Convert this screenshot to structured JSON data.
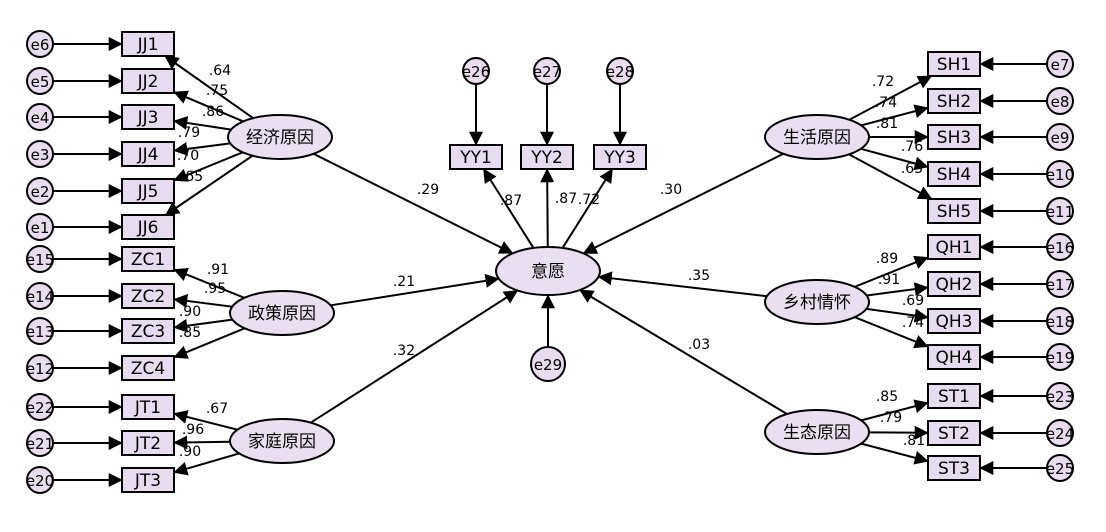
{
  "latents": [
    {
      "id": "jjyy",
      "label": "经济原因"
    },
    {
      "id": "zcyy",
      "label": "政策原因"
    },
    {
      "id": "jtyy",
      "label": "家庭原因"
    },
    {
      "id": "yy",
      "label": "意愿"
    },
    {
      "id": "shyy",
      "label": "生活原因"
    },
    {
      "id": "xcqh",
      "label": "乡村情怀"
    },
    {
      "id": "styy",
      "label": "生态原因"
    }
  ],
  "indicators": [
    {
      "id": "JJ1",
      "label": "JJ1",
      "error": "e6",
      "latent": "jjyy",
      "loading": ".64"
    },
    {
      "id": "JJ2",
      "label": "JJ2",
      "error": "e5",
      "latent": "jjyy",
      "loading": ".75"
    },
    {
      "id": "JJ3",
      "label": "JJ3",
      "error": "e4",
      "latent": "jjyy",
      "loading": ".86"
    },
    {
      "id": "JJ4",
      "label": "JJ4",
      "error": "e3",
      "latent": "jjyy",
      "loading": ".79"
    },
    {
      "id": "JJ5",
      "label": "JJ5",
      "error": "e2",
      "latent": "jjyy",
      "loading": ".70"
    },
    {
      "id": "JJ6",
      "label": "JJ6",
      "error": "e1",
      "latent": "jjyy",
      "loading": ".65"
    },
    {
      "id": "ZC1",
      "label": "ZC1",
      "error": "e15",
      "latent": "zcyy",
      "loading": ".91"
    },
    {
      "id": "ZC2",
      "label": "ZC2",
      "error": "e14",
      "latent": "zcyy",
      "loading": ".95"
    },
    {
      "id": "ZC3",
      "label": "ZC3",
      "error": "e13",
      "latent": "zcyy",
      "loading": ".90"
    },
    {
      "id": "ZC4",
      "label": "ZC4",
      "error": "e12",
      "latent": "zcyy",
      "loading": ".85"
    },
    {
      "id": "JT1",
      "label": "JT1",
      "error": "e22",
      "latent": "jtyy",
      "loading": ".67"
    },
    {
      "id": "JT2",
      "label": "JT2",
      "error": "e21",
      "latent": "jtyy",
      "loading": ".96"
    },
    {
      "id": "JT3",
      "label": "JT3",
      "error": "e20",
      "latent": "jtyy",
      "loading": ".90"
    },
    {
      "id": "YY1",
      "label": "YY1",
      "error": "e26",
      "latent": "yy",
      "loading": ".87"
    },
    {
      "id": "YY2",
      "label": "YY2",
      "error": "e27",
      "latent": "yy",
      "loading": ".87"
    },
    {
      "id": "YY3",
      "label": "YY3",
      "error": "e28",
      "latent": "yy",
      "loading": ".72"
    },
    {
      "id": "SH1",
      "label": "SH1",
      "error": "e7",
      "latent": "shyy",
      "loading": ".72"
    },
    {
      "id": "SH2",
      "label": "SH2",
      "error": "e8",
      "latent": "shyy",
      "loading": ".74"
    },
    {
      "id": "SH3",
      "label": "SH3",
      "error": "e9",
      "latent": "shyy",
      "loading": ".81"
    },
    {
      "id": "SH4",
      "label": "SH4",
      "error": "e10",
      "latent": "shyy",
      "loading": ".76"
    },
    {
      "id": "SH5",
      "label": "SH5",
      "error": "e11",
      "latent": "shyy",
      "loading": ".65"
    },
    {
      "id": "QH1",
      "label": "QH1",
      "error": "e16",
      "latent": "xcqh",
      "loading": ".89"
    },
    {
      "id": "QH2",
      "label": "QH2",
      "error": "e17",
      "latent": "xcqh",
      "loading": ".91"
    },
    {
      "id": "QH3",
      "label": "QH3",
      "error": "e18",
      "latent": "xcqh",
      "loading": ".69"
    },
    {
      "id": "QH4",
      "label": "QH4",
      "error": "e19",
      "latent": "xcqh",
      "loading": ".74"
    },
    {
      "id": "ST1",
      "label": "ST1",
      "error": "e23",
      "latent": "styy",
      "loading": ".85"
    },
    {
      "id": "ST2",
      "label": "ST2",
      "error": "e24",
      "latent": "styy",
      "loading": ".79"
    },
    {
      "id": "ST3",
      "label": "ST3",
      "error": "e25",
      "latent": "styy",
      "loading": ".81"
    }
  ],
  "paths": [
    {
      "from": "jjyy",
      "to": "yy",
      "coef": ".29"
    },
    {
      "from": "zcyy",
      "to": "yy",
      "coef": ".21"
    },
    {
      "from": "jtyy",
      "to": "yy",
      "coef": ".32"
    },
    {
      "from": "shyy",
      "to": "yy",
      "coef": ".30"
    },
    {
      "from": "xcqh",
      "to": "yy",
      "coef": ".35"
    },
    {
      "from": "styy",
      "to": "yy",
      "coef": ".03"
    }
  ],
  "disturbance": {
    "label": "e29",
    "target": "yy"
  },
  "colors": {
    "node_fill": "#e9dcef",
    "stroke": "#000000"
  }
}
